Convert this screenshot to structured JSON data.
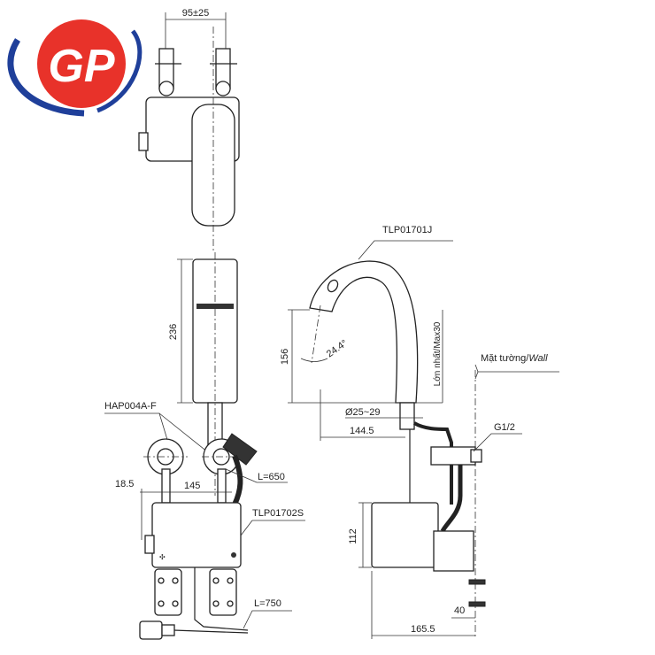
{
  "logo": {
    "text": "GP",
    "red": "#e8322a",
    "blue": "#1f3f9a"
  },
  "top_view": {
    "dim_width": "95±25"
  },
  "side_view": {
    "dim_height": "236"
  },
  "bottom_view": {
    "valve_label": "HAP004A-F",
    "dim_offset": "18.5",
    "dim_spacing": "145",
    "hose_length": "L=650",
    "control_box_label": "TLP01702S",
    "cable_length": "L=750"
  },
  "profile_view": {
    "faucet_label": "TLP01701J",
    "dim_spout_height": "156",
    "spout_angle": "24.4°",
    "max_thickness": "Lớn nhất/Max30",
    "hole_diameter": "Ø25~29",
    "dim_reach": "144.5",
    "wall_label_vi": "Mặt tường/",
    "wall_label_en": "Wall",
    "thread": "G1/2",
    "dim_box_height": "112",
    "dim_wall_offset": "40",
    "dim_box_depth": "165.5"
  }
}
